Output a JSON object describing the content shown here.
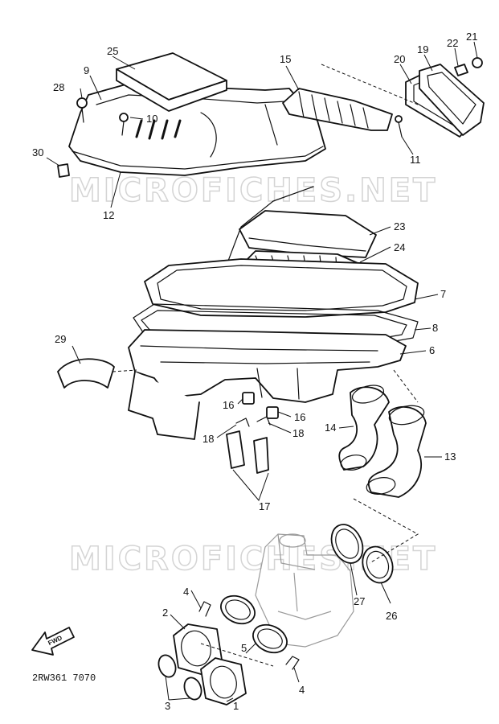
{
  "watermark": "MICROFICHES.NET",
  "diagram_code": "2RW361 7070",
  "fwd_label": "FWD",
  "callouts": [
    "25",
    "9",
    "28",
    "10",
    "15",
    "20",
    "19",
    "22",
    "21",
    "30",
    "11",
    "12",
    "23",
    "24",
    "7",
    "8",
    "6",
    "29",
    "14",
    "13",
    "16",
    "16",
    "18",
    "18",
    "17",
    "4",
    "2",
    "5",
    "27",
    "26",
    "3",
    "1",
    "4"
  ]
}
